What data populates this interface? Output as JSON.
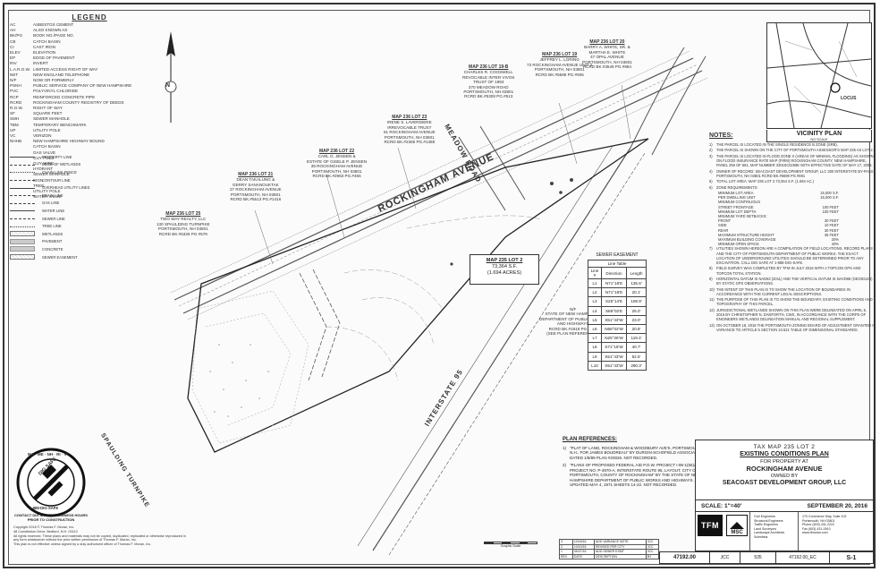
{
  "legend": {
    "title": "LEGEND",
    "abbreviations": [
      {
        "abbr": "AC",
        "desc": "ASBESTOS CEMENT"
      },
      {
        "abbr": "AH",
        "desc": "ALSO KNOWN AS"
      },
      {
        "abbr": "BK/PG",
        "desc": "BOOK NO./PAGE NO."
      },
      {
        "abbr": "CB",
        "desc": "CATCH BASIN"
      },
      {
        "abbr": "CI",
        "desc": "CAST IRON"
      },
      {
        "abbr": "ELEV",
        "desc": "ELEVATION"
      },
      {
        "abbr": "EP",
        "desc": "EDGE OF PAVEMENT"
      },
      {
        "abbr": "INV",
        "desc": "INVERT"
      },
      {
        "abbr": "L.A.R.O.W.",
        "desc": "LIMITED ACCESS RIGHT OF WAY"
      },
      {
        "abbr": "NET",
        "desc": "NEW ENGLAND TELEPHONE"
      },
      {
        "abbr": "N/F",
        "desc": "NOW OR FORMERLY"
      },
      {
        "abbr": "PSNH",
        "desc": "PUBLIC SERVICE COMPANY OF NEW HAMPSHIRE"
      },
      {
        "abbr": "PVC",
        "desc": "POLYVINYL CHLORIDE"
      },
      {
        "abbr": "RCP",
        "desc": "REINFORCED CONCRETE PIPE"
      },
      {
        "abbr": "RCRD",
        "desc": "ROCKINGHAM COUNTY REGISTRY OF DEEDS"
      },
      {
        "abbr": "R.O.W.",
        "desc": "RIGHT OF WAY"
      },
      {
        "abbr": "SF",
        "desc": "SQUARE FEET"
      },
      {
        "abbr": "SMH",
        "desc": "SEWER MANHOLE"
      },
      {
        "abbr": "TBM",
        "desc": "TEMPORARY BENCHMARK"
      },
      {
        "abbr": "UP",
        "desc": "UTILITY POLE"
      },
      {
        "abbr": "VC",
        "desc": "VERIZON"
      },
      {
        "abbr": "NHHB",
        "desc": "NEW HAMPSHIRE HIGHWAY BOUND"
      },
      {
        "abbr": "",
        "desc": "CATCH BASIN"
      },
      {
        "abbr": "",
        "desc": "GAS VALVE"
      },
      {
        "abbr": "",
        "desc": "GUY POLE"
      },
      {
        "abbr": "",
        "desc": "GUY WIRE"
      },
      {
        "abbr": "",
        "desc": "HYDRANT"
      },
      {
        "abbr": "",
        "desc": "SEWER MANHOLE"
      },
      {
        "abbr": "",
        "desc": "SIGN"
      },
      {
        "abbr": "",
        "desc": "TREE"
      },
      {
        "abbr": "",
        "desc": "UTILITY POLE"
      },
      {
        "abbr": "",
        "desc": "WATER VALVE"
      }
    ],
    "symbols": [
      {
        "style": "solid",
        "label": "PROPERTY LINE"
      },
      {
        "style": "dash",
        "label": "EDGE OF WETLANDS"
      },
      {
        "style": "dot",
        "label": "CHAIN LINK FENCE"
      },
      {
        "style": "dash",
        "label": "CONTOUR LINE"
      },
      {
        "style": "solid",
        "label": "OVERHEAD UTILITY LINES"
      },
      {
        "style": "dash",
        "label": "DRAIN LINE"
      },
      {
        "style": "dash",
        "label": "GAS LINE"
      },
      {
        "style": "solid",
        "label": "WATER LINE"
      },
      {
        "style": "dash",
        "label": "SEWER LINE"
      },
      {
        "style": "dot",
        "label": "TREE LINE"
      },
      {
        "style": "box",
        "label": "WETLANDS"
      },
      {
        "style": "grey",
        "label": "PAVEMENT"
      },
      {
        "style": "grey",
        "label": "CONCRETE"
      },
      {
        "style": "box",
        "label": "SEWER EASEMENT"
      }
    ]
  },
  "north_arrow": "N",
  "roads": {
    "rockingham": "ROCKINGHAM AVENUE",
    "meadow": "MEADOW ROAD",
    "interstate": "INTERSTATE 95",
    "spaulding": "SPAULDING TURNPIKE"
  },
  "abutters": [
    {
      "map": "MAP 236 LOT 20",
      "lines": [
        "BARRY A. WHITE, SR. &",
        "MARTHA E. WHITE",
        "47 OPAL AVENUE",
        "PORTSMOUTH, NH 03801",
        "RCRD BK.#3549 PG.#884"
      ]
    },
    {
      "map": "MAP 236 LOT 19",
      "lines": [
        "JEFFREY L. LORING",
        "73 ROCKINGHAM AVENUE UNIT 2",
        "PORTSMOUTH, NH 03801",
        "RCRD BK.#5588 PG.#935"
      ]
    },
    {
      "map": "MAP 236 LOT 19-B",
      "lines": [
        "CHARLES R. COOSWELL",
        "REVOCABLE INTER VIVOS",
        "TRUST OF 1993",
        "370 MEADOW ROAD",
        "PORTSMOUTH, NH 03801",
        "RCRD BK.#5308 PG.#513"
      ]
    },
    {
      "map": "MAP 236 LOT 23",
      "lines": [
        "IRENE S. LAVERDIERE",
        "IRREVOCABLE TRUST",
        "51 ROCKINGHAM AVENUE",
        "PORTSMOUTH, NH 03801",
        "RCRD BK.#2365 PG.#1388"
      ]
    },
    {
      "map": "MAP 236 LOT 22",
      "lines": [
        "CARL G. JENSEN &",
        "ESTATE OF GISELE P. JENSEN",
        "35 ROCKINGHAM AVENUE",
        "PORTSMOUTH, NH 03801",
        "RCRD BK.#2963 PG.#465"
      ]
    },
    {
      "map": "MAP 236 LOT 21",
      "lines": [
        "DEAN TAKALUNG &",
        "GERRY SANANOUKTAK",
        "27 ROCKINGHAM AVENUE",
        "PORTSMOUTH, NH 03801",
        "RCRD BK.#5513 PG.#1416"
      ]
    },
    {
      "map": "MAP 236 LOT 25",
      "lines": [
        "TWO WAY REALTY, LLC",
        "130 SPAULDING TURNPIKE",
        "PORTSMOUTH, NH 03801",
        "RCRD BK.#5326 PG.#579"
      ]
    },
    {
      "map": "N/F",
      "lines": [
        "STATE OF NEW HAMPSHIRE",
        "DEPARTMENT OF PUBLIC WORKS",
        "AND HIGHWAYS",
        "RCRD BK.#1919 PG.#486",
        "(SEE PLAN REFERENCE 2)"
      ]
    }
  ],
  "subject_lot": {
    "map": "MAP 235 LOT 2",
    "area_sf": "73,364 S.F.",
    "area_ac": "(1.694 ACRES)"
  },
  "sewer_easement": {
    "title": "SEWER EASEMENT",
    "table_title": "Line Table",
    "headers": [
      "Line #",
      "Direction",
      "Length"
    ],
    "rows": [
      [
        "L1",
        "N71°18'E",
        "135.6'"
      ],
      [
        "L2",
        "N71°18'E",
        "20.1'"
      ],
      [
        "L3",
        "S25°14'E",
        "108.9'"
      ],
      [
        "L4",
        "S68°02'E",
        "25.0'"
      ],
      [
        "L5",
        "S51°43'W",
        "23.0'"
      ],
      [
        "L6",
        "N68°02'W",
        "20.8'"
      ],
      [
        "L7",
        "N25°26'W",
        "119.4'"
      ],
      [
        "L8",
        "S71°16'W",
        "40.7'"
      ],
      [
        "L9",
        "S51°43'W",
        "52.5'"
      ],
      [
        "L10",
        "S51°43'W",
        "290.3'"
      ]
    ]
  },
  "vicinity": {
    "title": "VICINITY PLAN",
    "sub": "NO SCALE",
    "locus": "LOCUS"
  },
  "notes": {
    "title": "NOTES:",
    "items": [
      {
        "n": "1)",
        "text": "THE PARCEL IS LOCATED IN THE SINGLE RESIDENCE B ZONE (SRB)."
      },
      {
        "n": "2)",
        "text": "THE PARCEL IS SHOWN ON THE CITY OF PORTSMOUTH ASSESSOR'S MAP 235 AS LOT 2."
      },
      {
        "n": "3)",
        "text": "THE PARCEL IS LOCATED IN FLOOD ZONE X (AREAS OF MINIMAL FLOODING) AS SHOWN ON FLOOD INSURANCE RATE MAP (FIRM) ROCKINGHAM COUNTY, NEW HAMPSHIRE, PANEL 259 OF 681, MAP NUMBER 33015C0259E WITH EFFECTIVE DATE OF MAY 17, 2005."
      },
      {
        "n": "4)",
        "text": "OWNER OF RECORD: SEACOAST DEVELOPMENT GROUP, LLC 300 INTERSTATE BY-PASS PORTSMOUTH, NH 03801 RCRD BK.#5699 PG.#891"
      },
      {
        "n": "5)",
        "text": "TOTAL LOT AREA: MAP 235 LOT 2 73,364 S.F. (1.694 AC.)"
      },
      {
        "n": "6)",
        "text": "ZONE REQUIREMENTS:"
      }
    ],
    "requirements": [
      [
        "MINIMUM LOT AREA",
        "15,000 S.F."
      ],
      [
        "PER DWELLING UNIT",
        "15,000 S.F."
      ],
      [
        "MINIMUM CONTINUOUS",
        ""
      ],
      [
        "STREET FRONTAGE",
        "100 FEET"
      ],
      [
        "MINIMUM LOT DEPTH",
        "100 FEET"
      ],
      [
        "MINIMUM YARD SETBACKS:",
        ""
      ],
      [
        "FRONT",
        "30 FEET"
      ],
      [
        "SIDE",
        "10 FEET"
      ],
      [
        "REAR",
        "30 FEET"
      ],
      [
        "MAXIMUM STRUCTURE HEIGHT",
        "35 FEET"
      ],
      [
        "MAXIMUM BUILDING COVERAGE",
        "20%"
      ],
      [
        "MINIMUM OPEN SPACE",
        "40%"
      ]
    ],
    "items2": [
      {
        "n": "7)",
        "text": "UTILITIES SHOWN HEREON ARE A COMPILATION OF FIELD LOCATIONS, RECORD PLANS AND THE CITY OF PORTSMOUTH DEPARTMENT OF PUBLIC WORKS. THE EXACT LOCATION OF UNDERGROUND UTILITIES SHOULD BE DETERMINED PRIOR TO ANY EXCAVATION. CALL DIG SAFE AT 1-888-DIG-SAFE."
      },
      {
        "n": "8)",
        "text": "FIELD SURVEY WAS COMPLETED BY TFM IN JULY 2016 WITH A TOPCON GPS AND TOPCON TOTAL STATION."
      },
      {
        "n": "9)",
        "text": "HORIZONTAL DATUM IS NAD83 (2011) AND THE VERTICAL DATUM IS NAVD88 (GEOID12B) BY STATIC GPS OBSERVATIONS."
      },
      {
        "n": "10)",
        "text": "THE INTENT OF THIS PLAN IS TO SHOW THE LOCATION OF BOUNDARIES IN ACCORDANCE WITH THE CURRENT LEGAL DESCRIPTIONS."
      },
      {
        "n": "11)",
        "text": "THE PURPOSE OF THIS PLAN IS TO SHOW THE BOUNDARY, EXISTING CONDITIONS AND TOPOGRAPHY OF THIS PARCEL."
      },
      {
        "n": "12)",
        "text": "JURISDICTIONAL WETLANDS SHOWN ON THIS PLAN WERE DELINEATED ON APRIL 5, 2016 BY CHRISTOPHER N. DANFORTH, CWS, IN ACCORDANCE WITH THE CORPS OF ENGINEERS WETLANDS DELINEATION MANUAL AND REGIONAL SUPPLEMENT."
      },
      {
        "n": "13)",
        "text": "ON OCTOBER 18, 2016 THE PORTSMOUTH ZONING BOARD OF ADJUSTMENT GRANTED A VARIANCE TO ARTICLE 5 SECTION 10.521 TABLE OF DIMENSIONAL STANDARDS."
      }
    ]
  },
  "plan_references": {
    "title": "PLAN REFERENCES:",
    "items": [
      {
        "n": "1)",
        "text": "\"PLAT OF LAND, ROCKINGHAM & WOODBURY AVE'S, PORTSMOUTH, N.H., FOR JAMES BOUDREAU\" BY DURGIN-SCHOFIELD ASSOCIATES DATED 1/8/89 PLAN #20026. NOT RECORDED."
      },
      {
        "n": "2)",
        "text": "\"PLANS OF PROPOSED FEDERAL AID P.O.W. PROJECT I-95-1(55)A, N.H. PROJECT NO. P-4970-A, INTERSTATE ROUTE 95, LAYOUT, CITY OF PORTSMOUTH, COUNTY OF ROCKINGHAM\" BY THE STATE OF NEW HAMPSHIRE DEPARTMENT OF PUBLIC WORKS AND HIGHWAYS. UPDATED MAY 4, 1971 SHEETS 14-22. NOT RECORDED."
      }
    ]
  },
  "title_block": {
    "tax_map": "TAX MAP 235   LOT 2",
    "plan_name": "EXISTING CONDITIONS PLAN",
    "for_property": "FOR PROPERTY AT",
    "address": "ROCKINGHAM AVENUE",
    "owned_by": "OWNED BY",
    "owner": "SEACOAST DEVELOPMENT GROUP, LLC",
    "scale": "SCALE: 1\"=40'",
    "date": "SEPTEMBER 20, 2016"
  },
  "firm": {
    "logo1": "TFM",
    "logo2": "MSC",
    "services": [
      "Civil Engineers",
      "Structural Engineers",
      "Traffic Engineers",
      "Land Surveyors",
      "Landscape Architects",
      "Scientists"
    ],
    "address": [
      "170 Commerce Way, Suite 102",
      "Portsmouth, NH 03801",
      "Phone (603) 431-2222",
      "Fax (603) 431-0910",
      "www.tfmoran.com"
    ]
  },
  "job": {
    "number": "47192.00",
    "drawn": "JCC",
    "field_book": "535",
    "file": "47192.00_EC",
    "sheet": "S-1"
  },
  "revisions": [
    [
      "3",
      "10/18/16",
      "ADD VARIANCE NOTE",
      "JCC"
    ],
    [
      "2",
      "10/10/16",
      "REVISED PER CITY",
      "JCC"
    ],
    [
      "1",
      "09/27/16",
      "ADD SEWER ESMT",
      "JCC"
    ],
    [
      "REV",
      "DATE",
      "DESCRIPTION",
      "BY"
    ]
  ],
  "dig_safe": {
    "ring": "MA · ME · NH · RI · VT",
    "center": "DIG SAFE",
    "phone": "1-888-DIG-SAFE",
    "text": "CONTACT DIG SAFE 72 BUSINESS HOURS PRIOR TO CONSTRUCTION"
  },
  "copyright": [
    "Copyright 2016 © Thomas F. Moran, Inc.",
    "48 Constitution Drive, Bedford, N.H. 03110",
    "All rights reserved. These plans and materials may not be copied, duplicated, replicated or otherwise reproduced in any form whatsoever without the prior written permission of Thomas F. Moran, Inc.",
    "This plan is not effective unless signed by a duly authorized officer of Thomas F. Moran, Inc."
  ],
  "graphic_scale": "Graphic Scale"
}
